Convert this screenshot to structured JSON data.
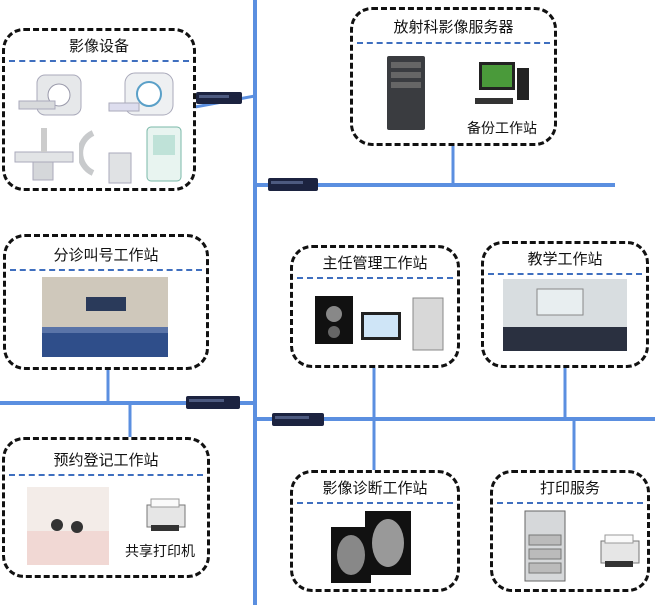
{
  "colors": {
    "network_line": "#5b8fe0",
    "box_border": "#111111",
    "title_underline": "#3f6fbf",
    "switch_body": "#1c2340"
  },
  "nodes": {
    "imaging_devices": {
      "title": "影像设备"
    },
    "server": {
      "title": "放射科影像服务器",
      "sub_label": "备份工作站"
    },
    "triage": {
      "title": "分诊叫号工作站"
    },
    "director": {
      "title": "主任管理工作站"
    },
    "teaching": {
      "title": "教学工作站"
    },
    "registration": {
      "title": "预约登记工作站",
      "sub_label": "共享打印机"
    },
    "diagnosis": {
      "title": "影像诊断工作站"
    },
    "print_service": {
      "title": "打印服务"
    }
  },
  "icons": [
    "network-switch-icon",
    "server-tower-icon",
    "workstation-icon",
    "ct-scanner-icon",
    "mri-scanner-icon",
    "xray-machine-icon",
    "c-arm-icon",
    "printer-icon",
    "large-printer-icon",
    "xray-film-icon",
    "monitor-icon"
  ]
}
